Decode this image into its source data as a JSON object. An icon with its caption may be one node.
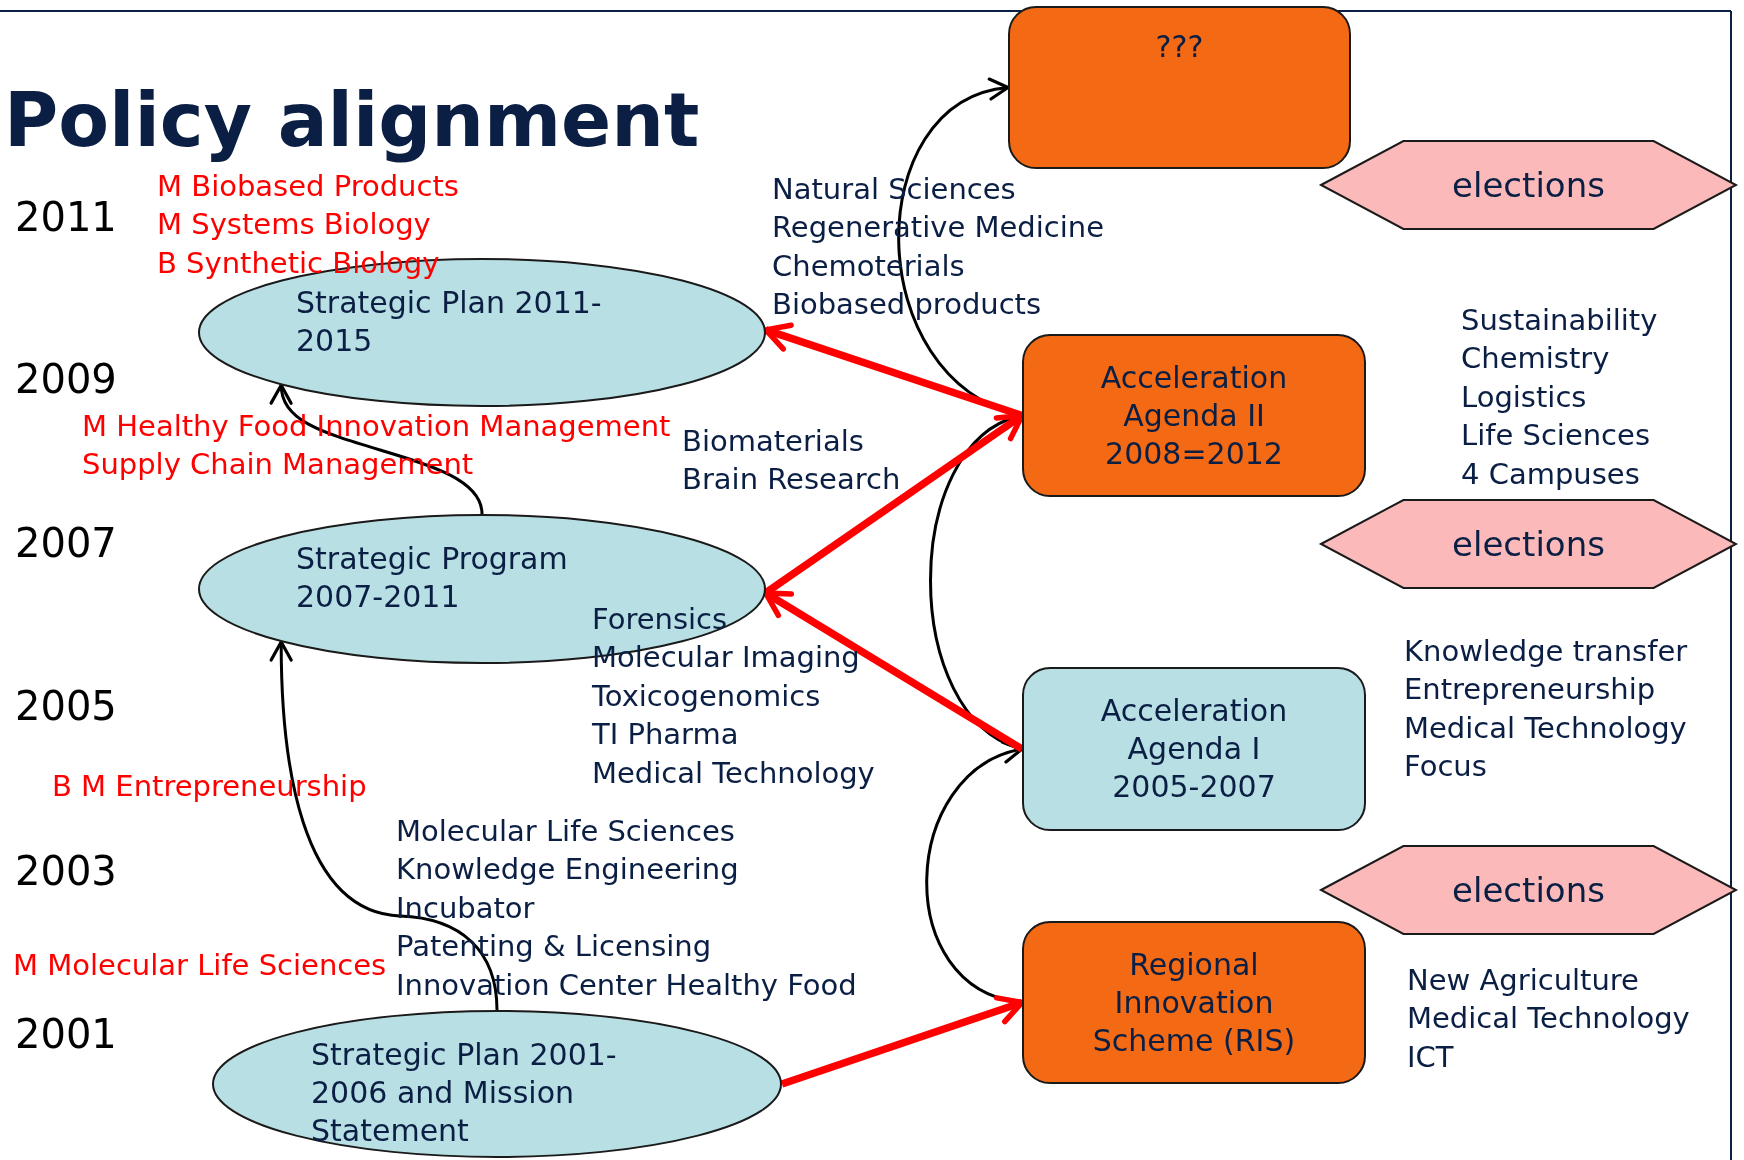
{
  "diagram": {
    "title": "Policy alignment",
    "nodes": [
      {
        "text": [
          "???"
        ]
      },
      {
        "text": [
          "Acceleration Agenda II 2008=2012"
        ]
      },
      {
        "text": [
          "Acceleration Agenda I 2005-2007"
        ]
      },
      {
        "text": [
          "Regional Innovation Scheme (RIS)"
        ]
      },
      {
        "text": [
          "Strategic Plan 2011-2015"
        ]
      },
      {
        "text": [
          "Strategic Program 2007-2011"
        ]
      },
      {
        "text": [
          "Strategic Plan 2001-2006 and Mission Statement"
        ]
      },
      {
        "text": [
          "elections"
        ]
      },
      {
        "text": [
          "elections"
        ]
      },
      {
        "text": [
          "elections"
        ]
      }
    ],
    "edges": [
      {
        "from": 6,
        "to": 5,
        "arrow": "to"
      },
      {
        "from": 5,
        "to": 4,
        "arrow": "to"
      },
      {
        "from": 3,
        "to": 2,
        "arrow": "to"
      },
      {
        "from": 2,
        "to": 1,
        "arrow": "to"
      },
      {
        "from": 1,
        "to": 0,
        "arrow": "to"
      },
      {
        "from": 6,
        "to": 3,
        "arrow": "to",
        "style": "thick",
        "color": "#ff0000"
      },
      {
        "from": 2,
        "to": 5,
        "arrow": "to",
        "style": "thick",
        "color": "#ff0000"
      },
      {
        "from": 5,
        "to": 1,
        "arrow": "to",
        "style": "thick",
        "color": "#ff0000"
      },
      {
        "from": 1,
        "to": 4,
        "arrow": "to",
        "style": "thick",
        "color": "#ff0000"
      }
    ],
    "labels": [
      "2011",
      "M Biobased Products",
      "M Systems Biology",
      "B Synthetic Biology",
      "Natural Sciences",
      "Regenerative Medicine",
      "Chemoterials",
      "Biobased products",
      "Sustainability",
      "Chemistry",
      "Logistics",
      "Life Sciences",
      "4 Campuses",
      "2009",
      "M Healthy Food Innovation Management",
      "Supply Chain Management",
      "Biomaterials",
      "Brain Research",
      "2007",
      "Forensics",
      "Molecular Imaging",
      "Toxicogenomics",
      "TI Pharma",
      "Medical Technology",
      "Knowledge transfer",
      "Entrepreneurship",
      "Medical Technology",
      "Focus",
      "2005",
      "B M Entrepreneurship",
      "Molecular Life Sciences",
      "Knowledge Engineering",
      "Incubator",
      "Patenting & Licensing",
      "Innovation Center Healthy Food",
      "2003",
      "M Molecular Life Sciences",
      "New Agriculture",
      "Medical Technology",
      "ICT",
      "2001"
    ]
  }
}
